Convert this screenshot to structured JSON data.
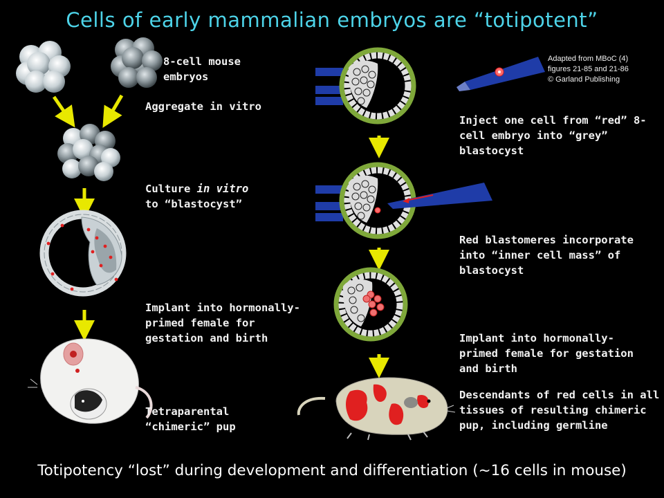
{
  "title": "Cells of early mammalian embryos are “totipotent”",
  "left_column": {
    "label_8cell": "8-cell mouse\nembryos",
    "label_aggregate": "Aggregate in vitro",
    "label_culture_prefix": "Culture ",
    "label_culture_italic": "in vitro",
    "label_culture_suffix": "\nto “blastocyst”",
    "label_implant": "Implant into hormonally-\nprimed female for\ngestation and birth",
    "label_pup": "Tetraparental\n“chimeric” pup"
  },
  "right_column": {
    "credit": "Adapted from MBoC (4)\nfigures 21-85 and 21-86\n© Garland Publishing",
    "label_inject": "Inject one cell from “red” 8-\ncell embryo into “grey”\nblastocyst",
    "label_incorporate": "Red blastomeres incorporate\ninto “inner cell mass” of\nblastocyst",
    "label_implant": "Implant into hormonally-\nprimed female for gestation\nand birth",
    "label_descendants": "Descendants of red cells in all\ntissues of resulting chimeric\npup, including germline"
  },
  "bottom_text": "Totipotency “lost” during development and differentiation (~16 cells in mouse)",
  "colors": {
    "title": "#4dd3e8",
    "arrow": "#e8e800",
    "red": "#e02020",
    "blastocyst_ring": "#7fa83a",
    "pipette": "#1f3ca8"
  }
}
